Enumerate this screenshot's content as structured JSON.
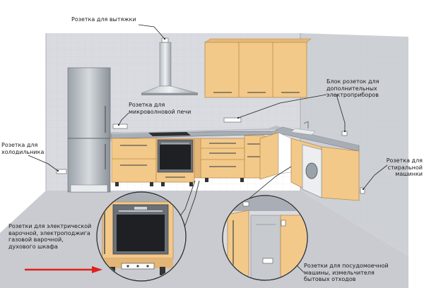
{
  "labels": {
    "hood": "Розетка для вытяжки",
    "microwave": "Розетка для\nмикроволновой печи",
    "block": "Блок розеток для\nдополнительных\nэлектроприборов",
    "fridge": "Розетка для\nхолодильника",
    "washer": "Розетка для\nстиральной\nмашинки",
    "hob": "Розетки для электрической\nварочной, электроподжига\nгазовой варочной,\nдухового шкафа",
    "dishwasher": "Розетки для посудомоечной\nмашины, измельчителя\nбытовых отходов"
  },
  "colors": {
    "wall": "#d9dbe0",
    "floor": "#c9cbd0",
    "cabinet": "#f3c98a",
    "cabinet_edge": "#b88a4a",
    "countertop": "#a9aeb6",
    "metal": "#8d949c",
    "arrow": "#e0201b"
  }
}
